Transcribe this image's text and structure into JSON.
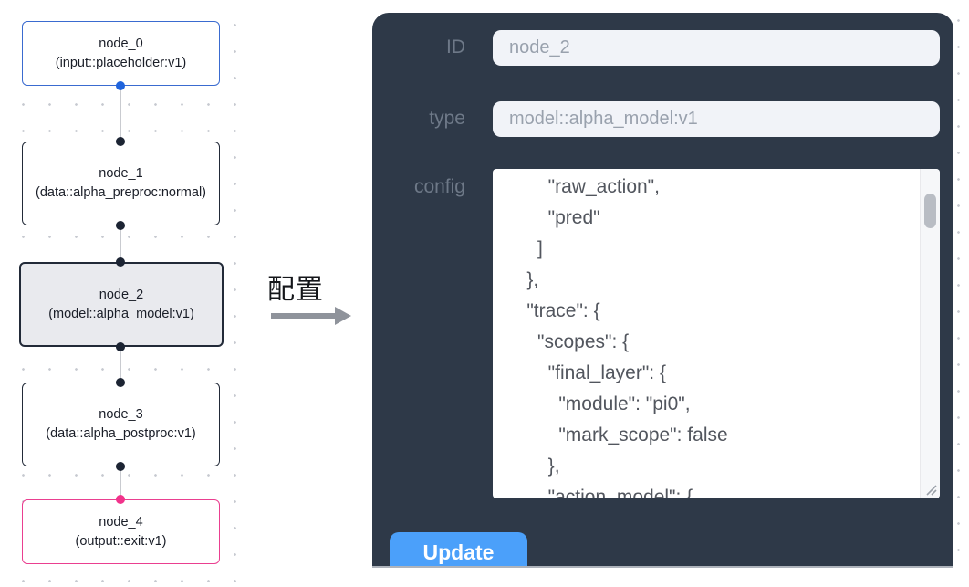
{
  "canvas": {
    "nodes": [
      {
        "label": "node_0",
        "type_label": "(input::placeholder:v1)"
      },
      {
        "label": "node_1",
        "type_label": "(data::alpha_preproc:normal)"
      },
      {
        "label": "node_2",
        "type_label": "(model::alpha_model:v1)"
      },
      {
        "label": "node_3",
        "type_label": "(data::alpha_postproc:v1)"
      },
      {
        "label": "node_4",
        "type_label": "(output::exit:v1)"
      }
    ]
  },
  "transition": {
    "label": "配置"
  },
  "panel": {
    "id_field": {
      "label": "ID",
      "value": "node_2"
    },
    "type_field": {
      "label": "type",
      "value": "model::alpha_model:v1"
    },
    "config_field": {
      "label": "config",
      "value": "        \"raw_action\",\n        \"pred\"\n      ]\n    },\n    \"trace\": {\n      \"scopes\": {\n        \"final_layer\": {\n          \"module\": \"pi0\",\n          \"mark_scope\": false\n        },\n        \"action_model\": {"
    },
    "update_button": "Update"
  },
  "colors": {
    "panel_bg": "#2e3948",
    "button_blue": "#4ba0fa",
    "input_node_border": "#3a6bd0",
    "output_node_border": "#ea3f90",
    "selected_node_bg": "#e9eaee",
    "port_dark": "#1c2433",
    "port_blue": "#1f64dd",
    "port_pink": "#f1338b"
  }
}
